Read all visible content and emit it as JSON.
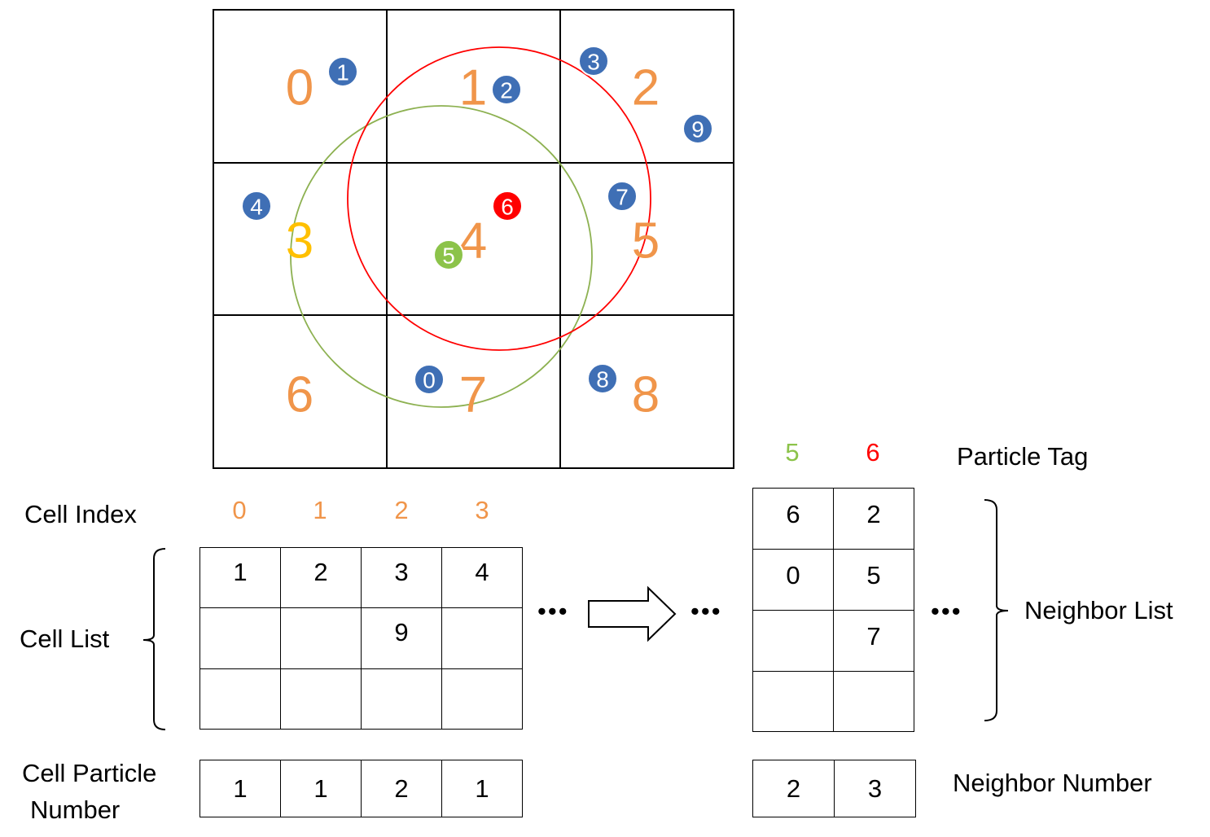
{
  "grid": {
    "cell_labels": [
      "0",
      "1",
      "2",
      "3",
      "4",
      "5",
      "6",
      "7",
      "8"
    ],
    "cell_label_colors": [
      "#F0954A",
      "#F0954A",
      "#F0954A",
      "#FFC000",
      "#F0954A",
      "#F0954A",
      "#F0954A",
      "#F0954A",
      "#F0954A"
    ],
    "particles": [
      {
        "label": "0",
        "color": "#3F6FB5"
      },
      {
        "label": "1",
        "color": "#3F6FB5"
      },
      {
        "label": "2",
        "color": "#3F6FB5"
      },
      {
        "label": "3",
        "color": "#3F6FB5"
      },
      {
        "label": "4",
        "color": "#3F6FB5"
      },
      {
        "label": "5",
        "color": "#8CC34A"
      },
      {
        "label": "6",
        "color": "#FF0000"
      },
      {
        "label": "7",
        "color": "#3F6FB5"
      },
      {
        "label": "8",
        "color": "#3F6FB5"
      },
      {
        "label": "9",
        "color": "#3F6FB5"
      }
    ],
    "circles": [
      {
        "name": "cutoff-circle-particle-6",
        "color": "#FF0000"
      },
      {
        "name": "cutoff-circle-particle-5",
        "color": "#8DB151"
      }
    ]
  },
  "cell_list": {
    "index_label": "Cell Index",
    "list_label": "Cell List",
    "count_label_line1": "Cell Particle",
    "count_label_line2": "Number",
    "column_indices": [
      "0",
      "1",
      "2",
      "3"
    ],
    "index_color": "#F0954A",
    "rows": [
      [
        "1",
        "2",
        "3",
        "4"
      ],
      [
        "",
        "",
        "9",
        ""
      ],
      [
        "",
        "",
        "",
        ""
      ]
    ],
    "counts": [
      "1",
      "1",
      "2",
      "1"
    ]
  },
  "neighbor_list": {
    "tag_label": "Particle Tag",
    "list_label": "Neighbor List",
    "number_label": "Neighbor Number",
    "tags": [
      {
        "value": "5",
        "color": "#8CC34A"
      },
      {
        "value": "6",
        "color": "#FF0000"
      }
    ],
    "rows": [
      [
        "6",
        "2"
      ],
      [
        "0",
        "5"
      ],
      [
        "",
        "7"
      ],
      [
        "",
        ""
      ]
    ],
    "counts": [
      "2",
      "3"
    ]
  },
  "ellipsis": "•••"
}
